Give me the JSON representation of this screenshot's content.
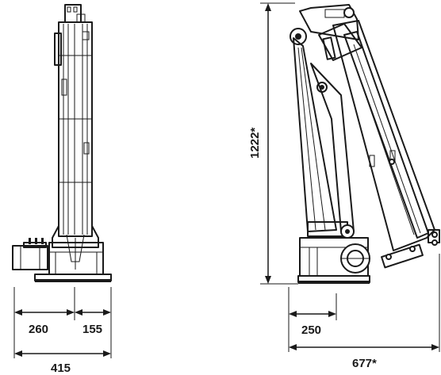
{
  "dimensions": {
    "front_left_width": "260",
    "front_right_width": "155",
    "front_total_width": "415",
    "side_height": "1222*",
    "side_base_width": "250",
    "side_reach": "677*"
  }
}
